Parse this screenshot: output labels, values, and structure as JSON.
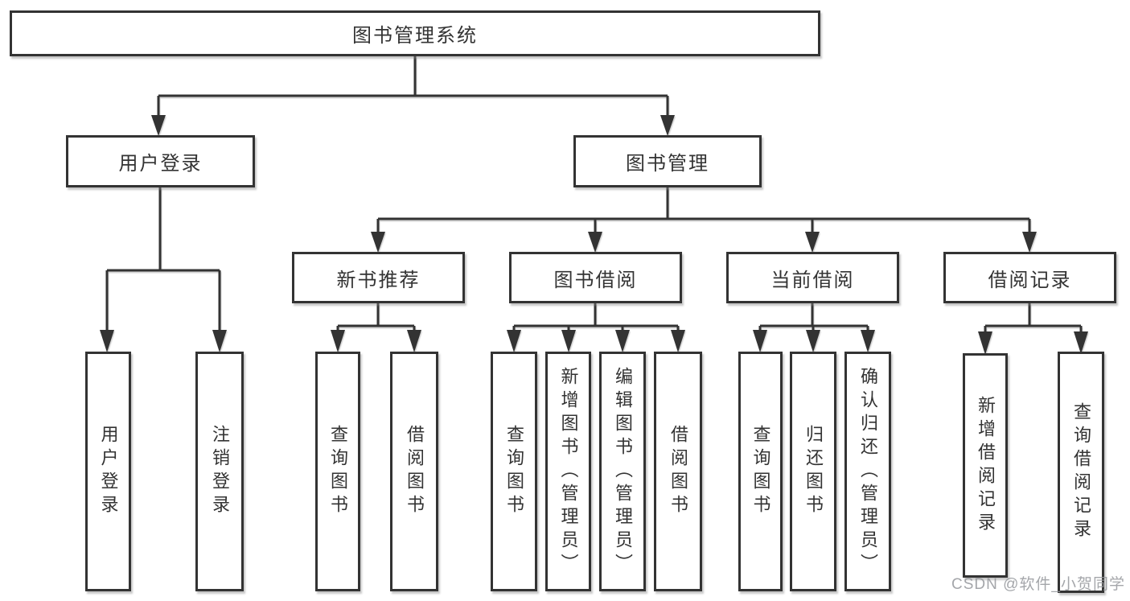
{
  "tree": {
    "label": "图书管理系统",
    "children": [
      {
        "label": "用户登录",
        "children": [
          {
            "label": "用户登录"
          },
          {
            "label": "注销登录"
          }
        ]
      },
      {
        "label": "图书管理",
        "children": [
          {
            "label": "新书推荐",
            "children": [
              {
                "label": "查询图书"
              },
              {
                "label": "借阅图书"
              }
            ]
          },
          {
            "label": "图书借阅",
            "children": [
              {
                "label": "查询图书"
              },
              {
                "label": "新增图书（管理员）"
              },
              {
                "label": "编辑图书（管理员）"
              },
              {
                "label": "借阅图书"
              }
            ]
          },
          {
            "label": "当前借阅",
            "children": [
              {
                "label": "查询图书"
              },
              {
                "label": "归还图书"
              },
              {
                "label": "确认归还（管理员）"
              }
            ]
          },
          {
            "label": "借阅记录",
            "children": [
              {
                "label": "新增借阅记录"
              },
              {
                "label": "查询借阅记录"
              }
            ]
          }
        ]
      }
    ]
  },
  "watermark": {
    "text": "CSDN @软件_小贺同学"
  },
  "colors": {
    "line": "#333333",
    "box_border": "#333333",
    "box_fill": "#ffffff",
    "text": "#333333",
    "watermark": "#94969b",
    "background": "#ffffff"
  }
}
